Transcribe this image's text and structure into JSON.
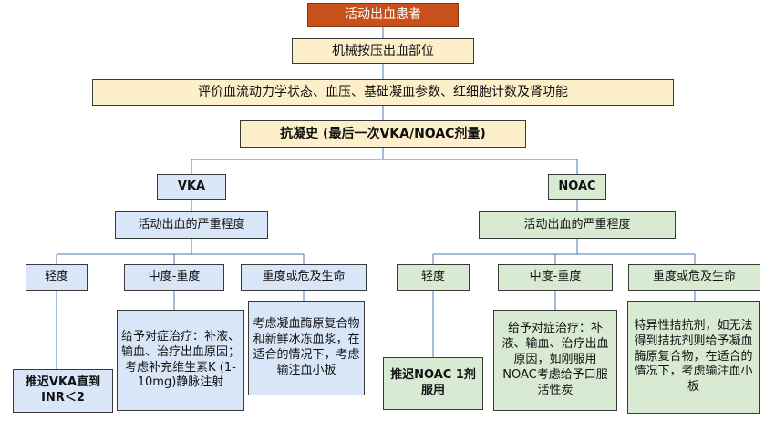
{
  "flowchart": {
    "top": "活动出血患者",
    "step1": "机械按压出血部位",
    "step2": "评价血流动力学状态、血压、基础凝血参数、红细胞计数及肾功能",
    "step3": "抗凝史 (最后一次VKA/NOAC剂量)",
    "vka": {
      "label": "VKA",
      "severity": "活动出血的严重程度",
      "mild": "轻度",
      "moderate": "中度-重度",
      "severe": "重度或危及生命",
      "mild_action": "推迟VKA直到INR＜2",
      "moderate_action": "给予对症治疗：补液、输血、治疗出血原因；考虑补充维生素K (1-10mg)静脉注射",
      "severe_action": "考虑凝血酶原复合物和新鲜冰冻血浆，在适合的情况下，考虑输注血小板"
    },
    "noac": {
      "label": "NOAC",
      "severity": "活动出血的严重程度",
      "mild": "轻度",
      "moderate": "中度-重度",
      "severe": "重度或危及生命",
      "mild_action": "推迟NOAC 1剂服用",
      "moderate_action": "给予对症治疗：补液、输血、治疗出血原因，如刚服用NOAC考虑给予口服活性炭",
      "severe_action": "特异性拮抗剂，如无法得到拮抗剂则给予凝血酶原复合物，在适合的情况下，考虑输注血小板"
    }
  },
  "colors": {
    "top": "#c8511b",
    "beige": "#fdefc9",
    "blue": "#d9e6f8",
    "green": "#d9ead3",
    "connector": "#4a78b8"
  }
}
